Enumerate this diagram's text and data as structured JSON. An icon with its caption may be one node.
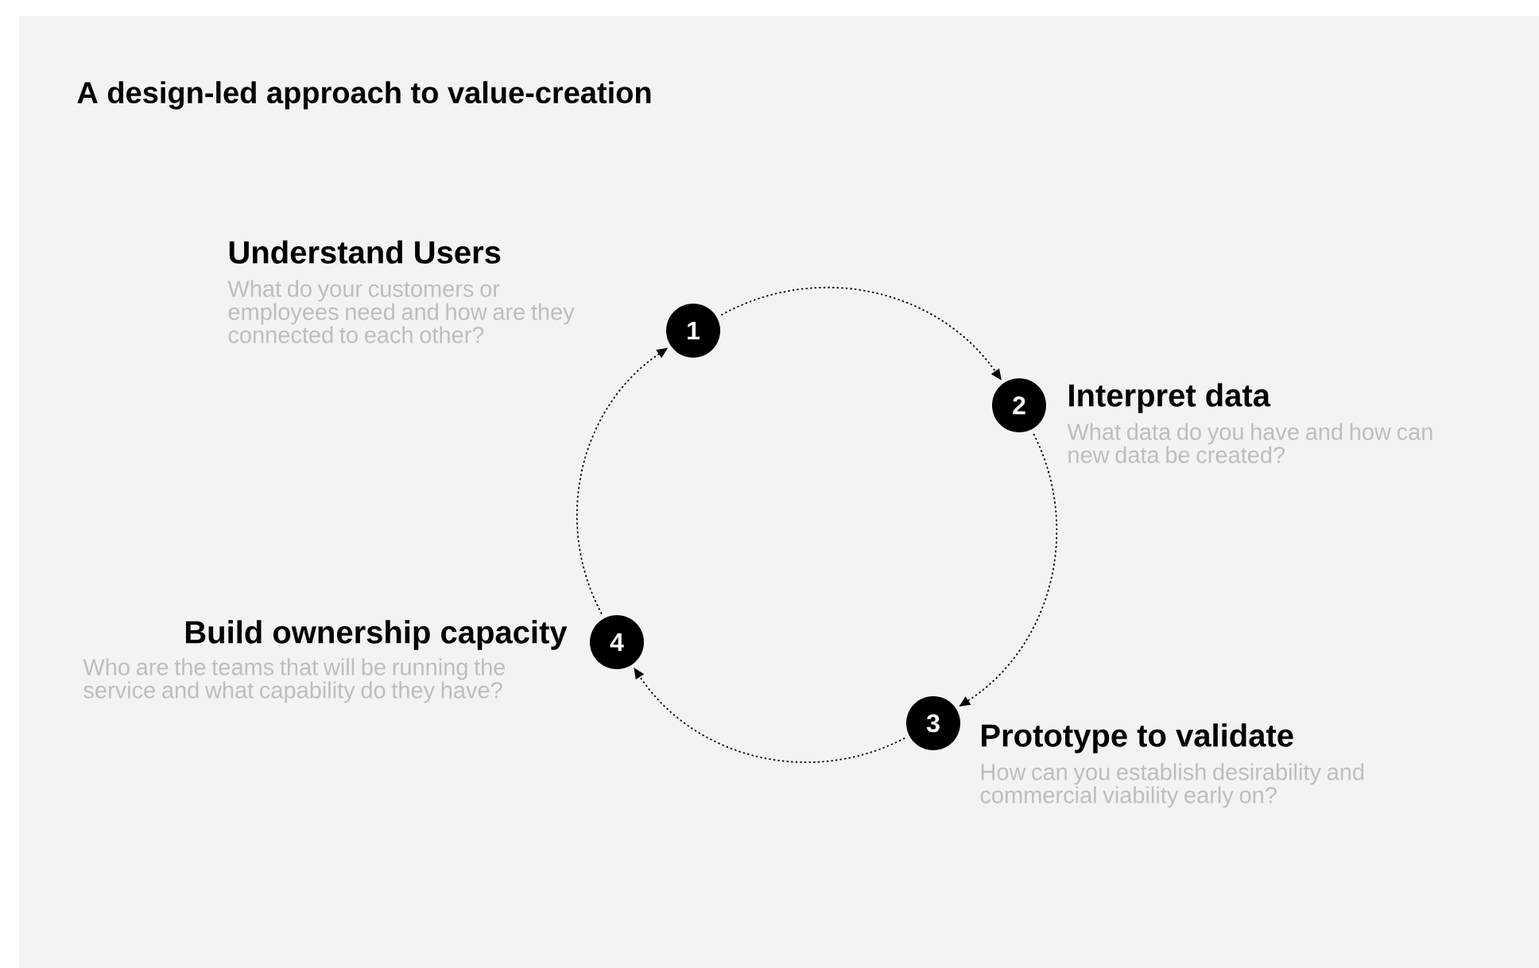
{
  "diagram": {
    "title": "A design-led approach to value-creation",
    "nodes": [
      {
        "text": [
          "1"
        ],
        "beside": [
          "Understand Users",
          "What do your customers or employees need and how are they connected to each other?"
        ]
      },
      {
        "text": [
          "2"
        ],
        "beside": [
          "Interpret data",
          "What data do you have and how can new data be created?"
        ]
      },
      {
        "text": [
          "3"
        ],
        "beside": [
          "Prototype to validate",
          "How can you establish desirability and commercial viability early on?"
        ]
      },
      {
        "text": [
          "4"
        ],
        "beside": [
          "Build ownership capacity",
          "Who are the teams that will be running the service and what capability do they have?"
        ]
      }
    ],
    "edges": [
      {
        "from": 0,
        "to": 1,
        "arrow": "to",
        "style": "dashed"
      },
      {
        "from": 1,
        "to": 2,
        "arrow": "to",
        "style": "dashed"
      },
      {
        "from": 2,
        "to": 3,
        "arrow": "to",
        "style": "dashed"
      },
      {
        "from": 3,
        "to": 0,
        "arrow": "to",
        "style": "dashed"
      }
    ]
  }
}
